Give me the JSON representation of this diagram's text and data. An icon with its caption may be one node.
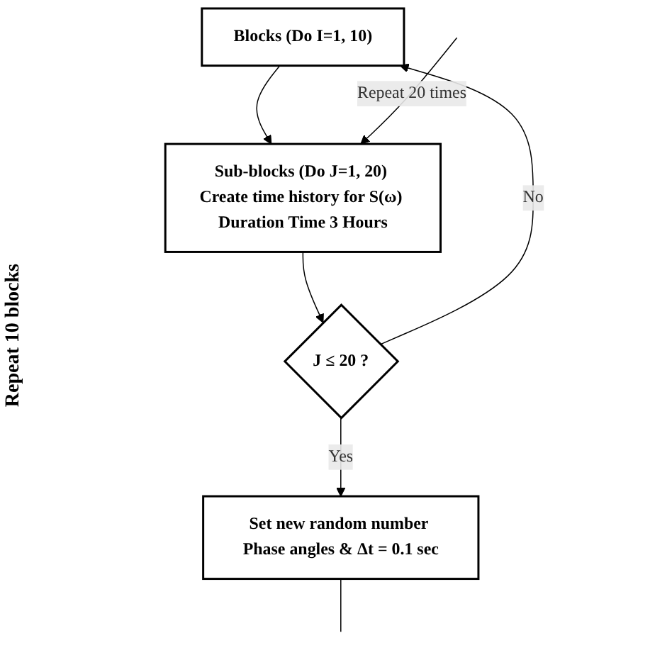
{
  "diagram": {
    "nodes": [
      {
        "text": [
          "Blocks (Do I=1, 10)"
        ]
      },
      {
        "text": [
          "Sub-blocks (Do J=1, 20) Create time history for S(ω) Duration Time 3 Hours"
        ]
      },
      {
        "text": [
          "J ≤ 20 ?"
        ]
      },
      {
        "text": [
          "Set new random number Phase angles & Δt = 0.1 sec"
        ]
      }
    ],
    "edges": [
      {
        "from": 0,
        "to": 1,
        "arrow": "to"
      },
      {
        "from": 1,
        "to": 2,
        "arrow": "to"
      },
      {
        "from": 2,
        "to": 0,
        "arrow": "to",
        "label": "No"
      },
      {
        "from": 2,
        "to": 3,
        "arrow": "to",
        "label": "Yes"
      },
      {
        "from": 3,
        "to": null,
        "arrow": "none"
      },
      {
        "from": null,
        "to": 1,
        "arrow": "to",
        "label": "Repeat 20 times"
      }
    ],
    "labels": [
      "Repeat 10 blocks"
    ]
  }
}
